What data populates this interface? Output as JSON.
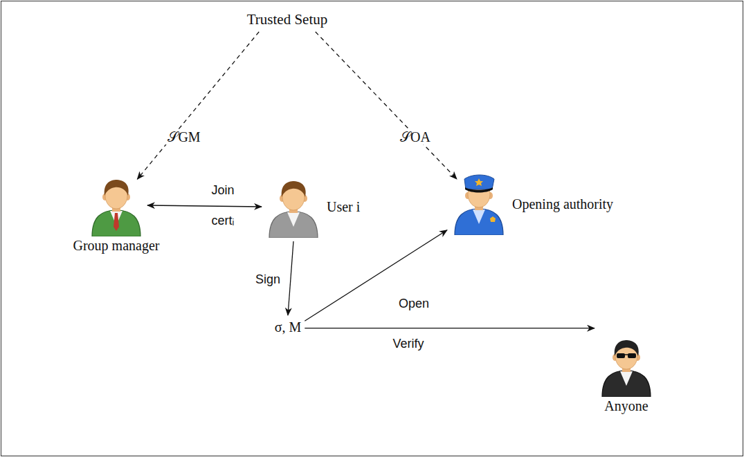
{
  "diagram": {
    "nodes": [
      {
        "text": [
          "Trusted Setup"
        ]
      },
      {
        "text": [
          "Group manager"
        ]
      },
      {
        "text": [
          "User i"
        ]
      },
      {
        "text": [
          "Opening authority"
        ]
      },
      {
        "text": [
          "σ, M"
        ]
      },
      {
        "text": [
          "Anyone"
        ]
      }
    ],
    "edges": [
      {
        "from": 0,
        "to": 1,
        "arrow": "to",
        "label": "𝒮GM"
      },
      {
        "from": 0,
        "to": 3,
        "arrow": "to",
        "label": "𝒮OA"
      },
      {
        "from": 1,
        "to": 2,
        "arrow": "both",
        "label": "Join"
      },
      {
        "from": 2,
        "to": 4,
        "arrow": "to",
        "label": "Sign"
      },
      {
        "from": 4,
        "to": 3,
        "arrow": "to",
        "label": "Open"
      },
      {
        "from": 4,
        "to": 5,
        "arrow": "to",
        "label": "Verify"
      }
    ],
    "labels": [
      "certᵢ"
    ]
  }
}
